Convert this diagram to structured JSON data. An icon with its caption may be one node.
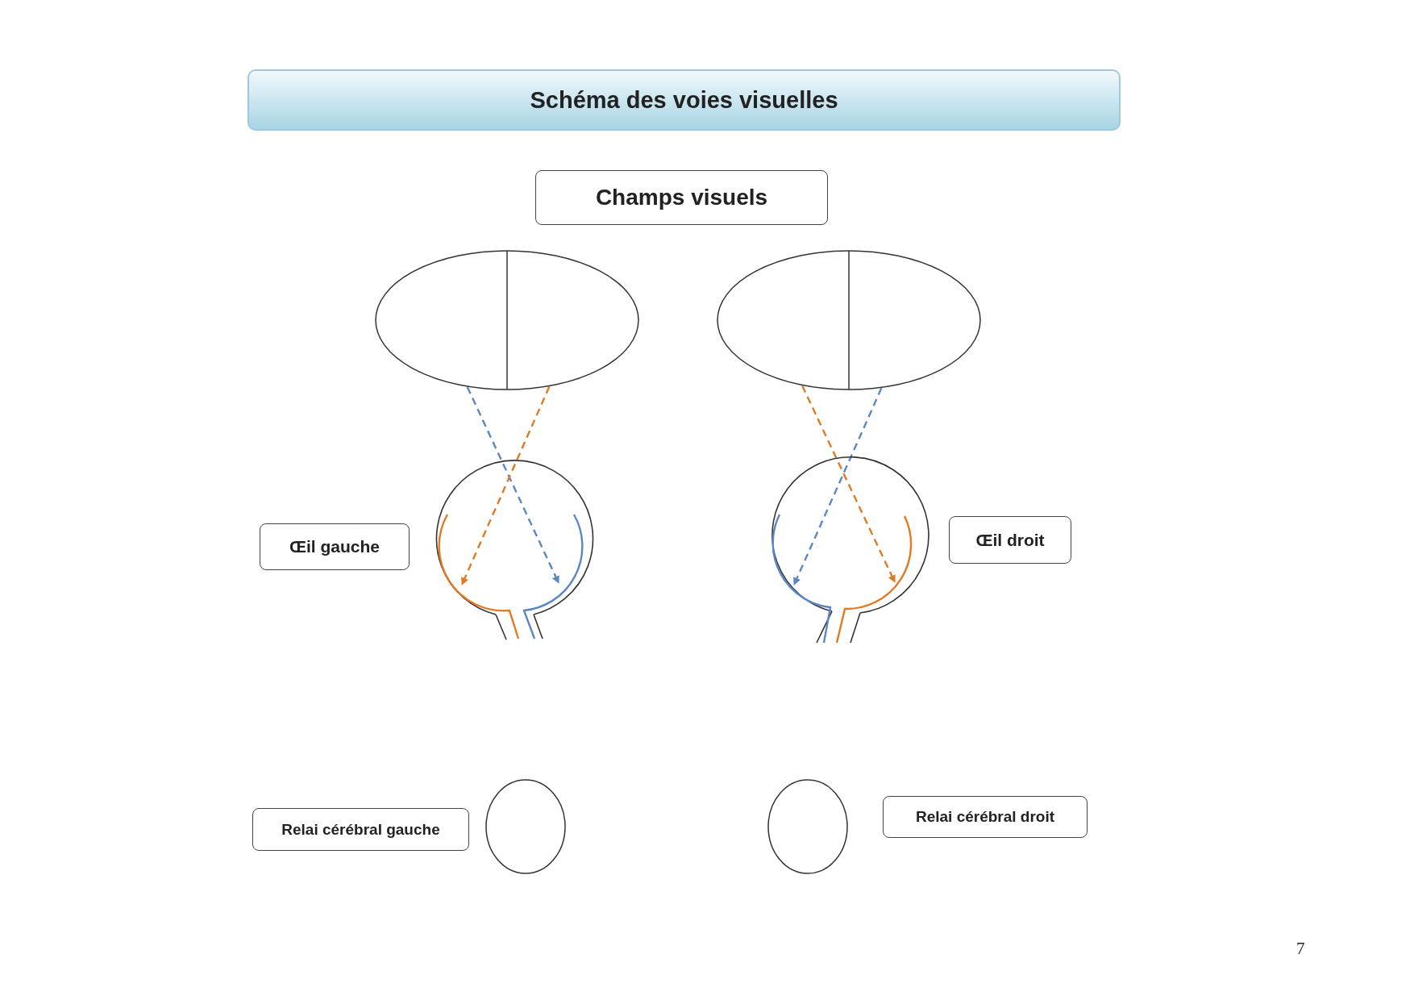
{
  "diagram": {
    "title": "Schéma des voies visuelles",
    "nodes": [
      {
        "text": [
          "Champs visuels"
        ]
      },
      {
        "text": [],
        "shape": "ellipse"
      },
      {
        "text": [],
        "shape": "ellipse"
      },
      {
        "text": [
          "Œil gauche"
        ]
      },
      {
        "text": [],
        "shape": "picture"
      },
      {
        "text": [],
        "shape": "picture"
      },
      {
        "text": [
          "Œil droit"
        ]
      },
      {
        "text": [
          "Relai cérébral gauche"
        ]
      },
      {
        "text": [],
        "shape": "ellipse"
      },
      {
        "text": [],
        "shape": "ellipse"
      },
      {
        "text": [
          "Relai cérébral droit"
        ]
      }
    ],
    "edges": [
      {
        "from": 1,
        "to": 4,
        "arrow": "to",
        "style": "dashed",
        "color": "#5b87c5"
      },
      {
        "from": 1,
        "to": 4,
        "arrow": "to",
        "style": "dashed",
        "color": "#e07b24"
      },
      {
        "from": 2,
        "to": 5,
        "arrow": "to",
        "style": "dashed",
        "color": "#e07b24"
      },
      {
        "from": 2,
        "to": 5,
        "arrow": "to",
        "style": "dashed",
        "color": "#5b87c5"
      }
    ],
    "labels": [
      "7"
    ]
  }
}
